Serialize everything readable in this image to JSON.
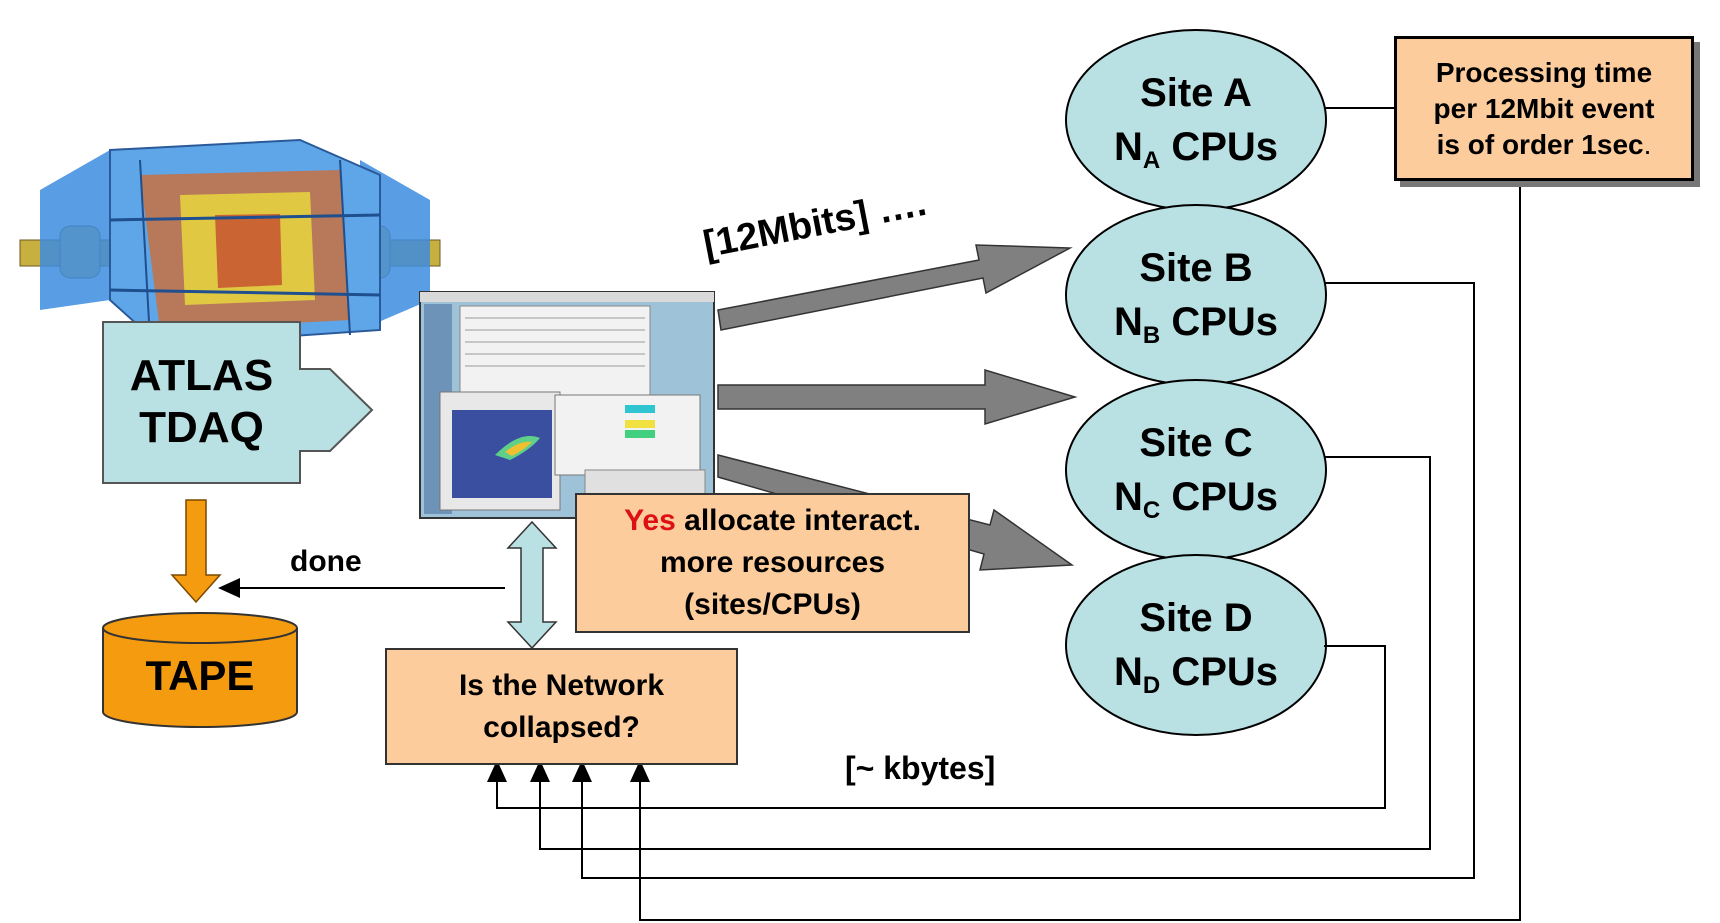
{
  "colors": {
    "site_fill": "#b9e1e4",
    "orange_box": "#fccc9c",
    "tape_orange": "#f59b10",
    "arrow_gray": "#808080",
    "arrow_light_blue": "#b9e1e4",
    "yes_red": "#dd1111"
  },
  "atlas": {
    "line1": "ATLAS",
    "line2": "TDAQ",
    "detector_image": "atlas-detector-image"
  },
  "tape": {
    "label": "TAPE"
  },
  "done_label": "done",
  "monitor": {
    "image": "monitoring-screenshot-image"
  },
  "sites": [
    {
      "name": "Site A",
      "cpu_prefix": "N",
      "cpu_sub": "A",
      "cpu_suffix": "CPUs"
    },
    {
      "name": "Site B",
      "cpu_prefix": "N",
      "cpu_sub": "B",
      "cpu_suffix": "CPUs"
    },
    {
      "name": "Site C",
      "cpu_prefix": "N",
      "cpu_sub": "C",
      "cpu_suffix": "CPUs"
    },
    {
      "name": "Site D",
      "cpu_prefix": "N",
      "cpu_sub": "D",
      "cpu_suffix": "CPUs"
    }
  ],
  "mbits_label": "[12Mbits] ….",
  "kbytes_label": "[~ kbytes]",
  "processing_box": {
    "line1": "Processing time",
    "line2": "per 12Mbit event",
    "line3": "is of order 1sec",
    "period": "."
  },
  "allocate_box": {
    "yes": "Yes",
    "line1_rest": " allocate interact.",
    "line2": "more resources",
    "line3": "(sites/CPUs)"
  },
  "network_box": {
    "line1": "Is the Network",
    "line2": "collapsed?"
  }
}
